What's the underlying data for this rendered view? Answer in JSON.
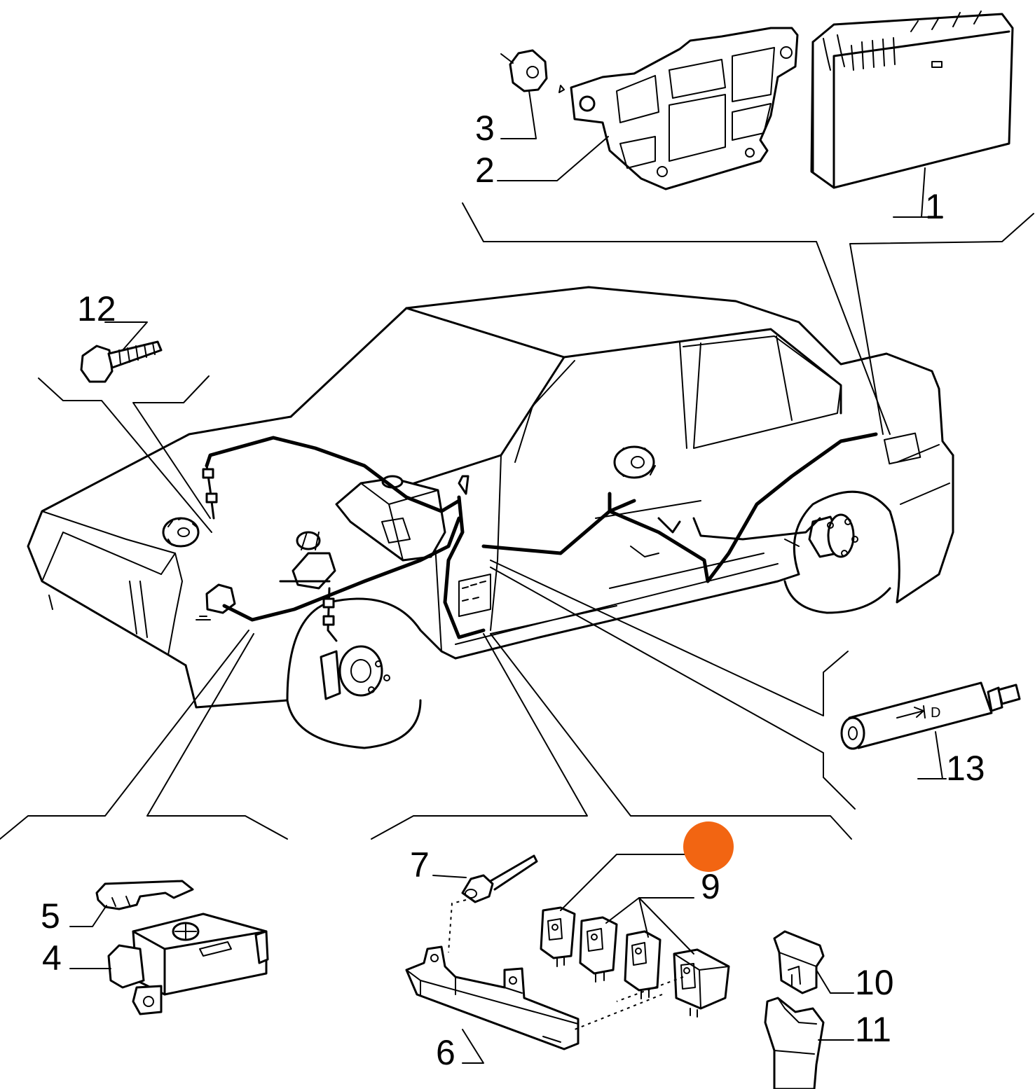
{
  "diagram": {
    "callouts": [
      {
        "id": "1",
        "text": "1"
      },
      {
        "id": "2",
        "text": "2"
      },
      {
        "id": "3",
        "text": "3"
      },
      {
        "id": "4",
        "text": "4"
      },
      {
        "id": "5",
        "text": "5"
      },
      {
        "id": "6",
        "text": "6"
      },
      {
        "id": "7",
        "text": "7"
      },
      {
        "id": "9",
        "text": "9"
      },
      {
        "id": "10",
        "text": "10"
      },
      {
        "id": "11",
        "text": "11"
      },
      {
        "id": "12",
        "text": "12"
      },
      {
        "id": "13",
        "text": "13"
      }
    ],
    "sensor_marking": "D",
    "marker_color": "#f26512",
    "line_color": "#000000",
    "background": "#ffffff"
  }
}
